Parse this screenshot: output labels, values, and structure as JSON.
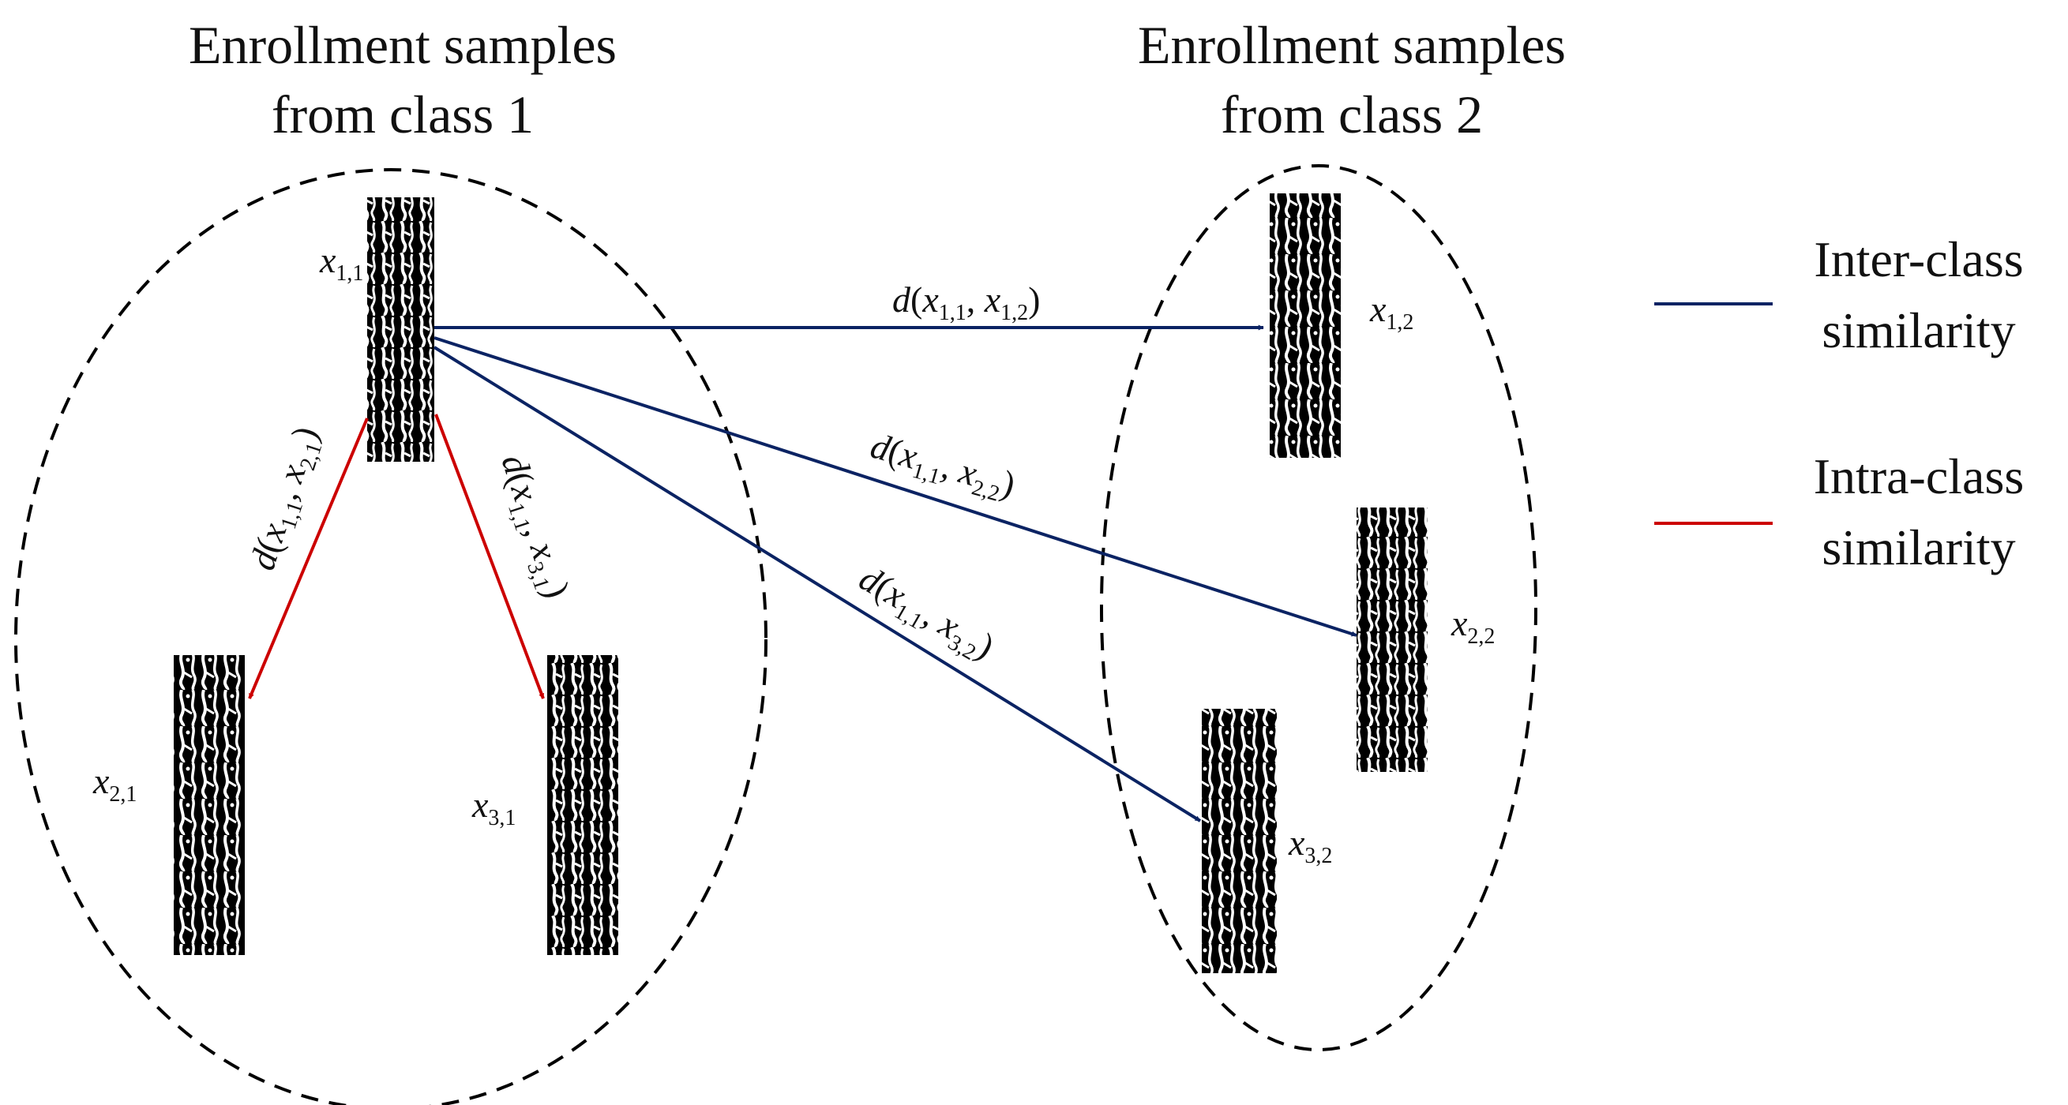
{
  "colors": {
    "inter": "#0b2363",
    "intra": "#cc0000",
    "ink": "#000000"
  },
  "class1": {
    "title_line1": "Enrollment samples",
    "title_line2": "from class 1"
  },
  "class2": {
    "title_line1": "Enrollment samples",
    "title_line2": "from class 2"
  },
  "samples": {
    "x11": {
      "var": "x",
      "sub": "1,1"
    },
    "x21": {
      "var": "x",
      "sub": "2,1"
    },
    "x31": {
      "var": "x",
      "sub": "3,1"
    },
    "x12": {
      "var": "x",
      "sub": "1,2"
    },
    "x22": {
      "var": "x",
      "sub": "2,2"
    },
    "x32": {
      "var": "x",
      "sub": "3,2"
    }
  },
  "distances": {
    "d12": {
      "fn": "d",
      "a_sub": "1,1",
      "b_sub": "1,2"
    },
    "d22": {
      "fn": "d",
      "a_sub": "1,1",
      "b_sub": "2,2"
    },
    "d32": {
      "fn": "d",
      "a_sub": "1,1",
      "b_sub": "3,2"
    },
    "d21": {
      "fn": "d",
      "a_sub": "1,1",
      "b_sub": "2,1"
    },
    "d31": {
      "fn": "d",
      "a_sub": "1,1",
      "b_sub": "3,1"
    }
  },
  "legend": {
    "inter_line1": "Inter-class",
    "inter_line2": "similarity",
    "intra_line1": "Intra-class",
    "intra_line2": "similarity"
  }
}
